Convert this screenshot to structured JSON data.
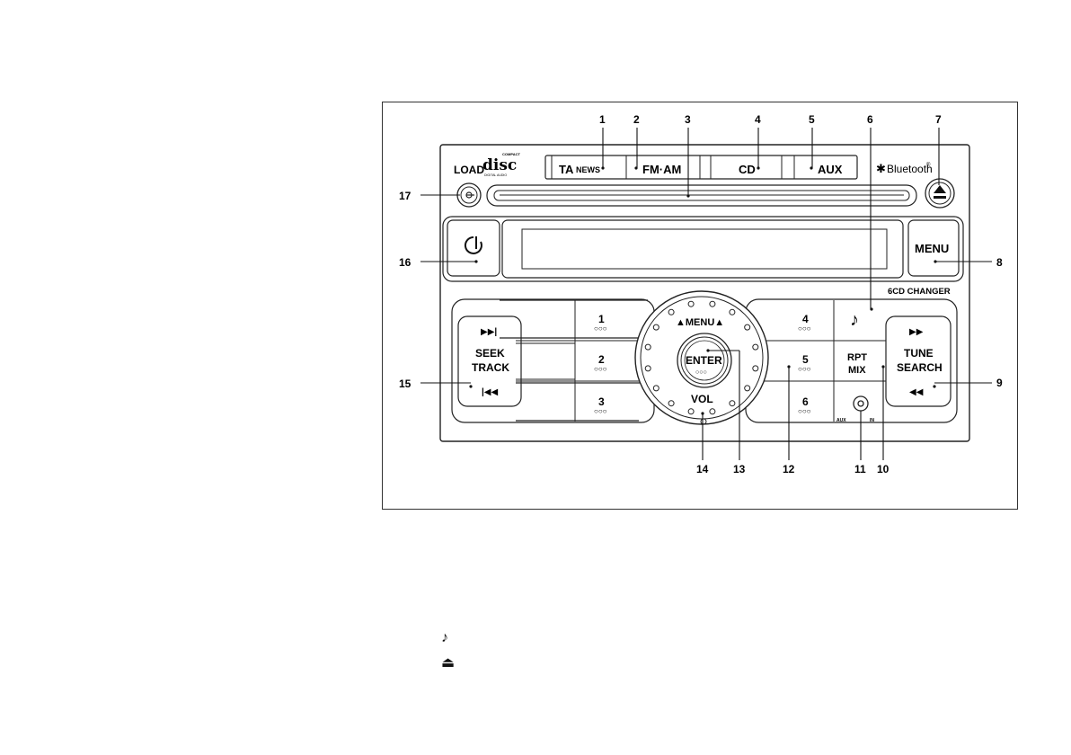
{
  "diagram": {
    "top_labels": {
      "ta": "TA",
      "news": "NEWS",
      "fmam": "FM·AM",
      "cd": "CD",
      "aux": "AUX",
      "bluetooth": "Bluetooth",
      "bluetooth_reg": "®",
      "load": "LOAD",
      "compact_disc_big": "disc",
      "compact_disc_small": "COMPACT",
      "compact_disc_sub": "DIGITAL AUDIO"
    },
    "panel_labels": {
      "menu": "MENU",
      "changer": "6CD CHANGER",
      "seek": "SEEK",
      "track": "TRACK",
      "tune": "TUNE",
      "search": "SEARCH",
      "knob_menu": "▲MENU▲",
      "enter": "ENTER",
      "vol": "VOL",
      "rpt": "RPT",
      "mix": "MIX",
      "aux_small": "AUX",
      "in_small": "IN"
    },
    "presets": [
      "1",
      "2",
      "3",
      "4",
      "5",
      "6"
    ],
    "callouts": [
      "1",
      "2",
      "3",
      "4",
      "5",
      "6",
      "7",
      "8",
      "9",
      "10",
      "11",
      "12",
      "13",
      "14",
      "15",
      "16",
      "17"
    ]
  },
  "legend": [
    {
      "icon": "music-note-icon",
      "glyph": "♪",
      "text": ""
    },
    {
      "icon": "eject-icon",
      "glyph": "⏏",
      "text": ""
    }
  ]
}
